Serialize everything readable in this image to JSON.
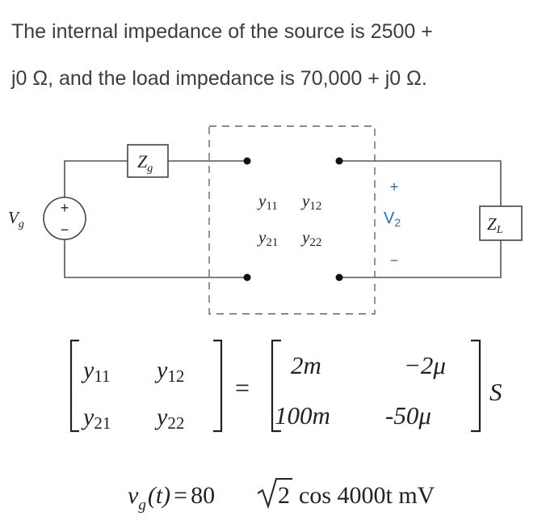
{
  "problem": {
    "line1": "The internal impedance of the source is 2500 +",
    "line2": "j0 Ω, and the load impedance is 70,000 + j0 Ω."
  },
  "circuit": {
    "zg_main": "Z",
    "zg_sub": "g",
    "vg_main": "V",
    "vg_sub": "g",
    "source_plus": "+",
    "source_minus": "−",
    "y11": "y",
    "y11_sub": "11",
    "y12": "y",
    "y12_sub": "12",
    "y21": "y",
    "y21_sub": "21",
    "y22": "y",
    "y22_sub": "22",
    "v2_plus": "+",
    "v2_main": "V",
    "v2_sub": "2",
    "v2_minus": "−",
    "zl_main": "Z",
    "zl_sub": "L"
  },
  "matrix": {
    "lhs": {
      "y11": "y",
      "y11_sub": "11",
      "y12": "y",
      "y12_sub": "12",
      "y21": "y",
      "y21_sub": "21",
      "y22": "y",
      "y22_sub": "22"
    },
    "equals": "=",
    "rhs": {
      "a11": "2m",
      "a12": "−2μ",
      "a21": "100m",
      "a22": "-50μ"
    },
    "unit": "S"
  },
  "source_eq": {
    "v": "v",
    "sub": "g",
    "t_expr": "(t)",
    "equals": "=",
    "coef": "80",
    "root_arg": "2",
    "rest": "cos 4000t mV"
  },
  "colors": {
    "wire": "#555555",
    "text": "#3d3d3d",
    "ink": "#222222"
  }
}
